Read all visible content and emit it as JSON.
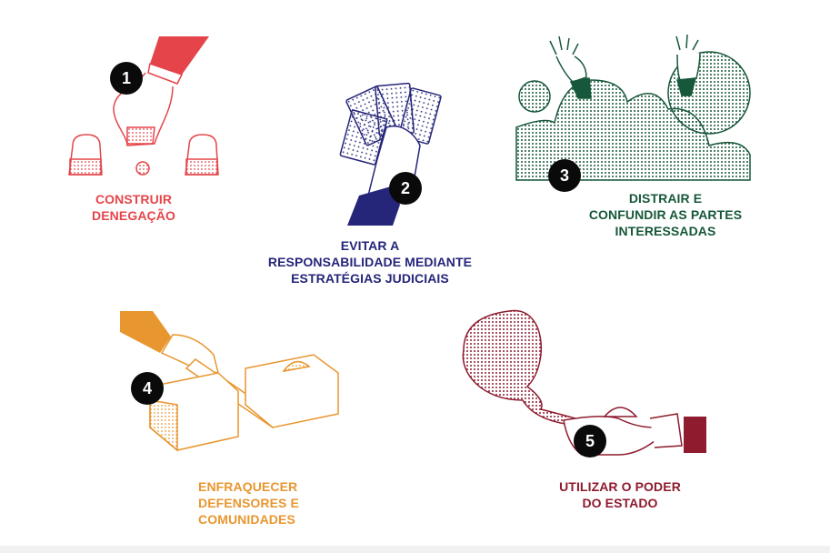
{
  "colors": {
    "step1": "#e5454a",
    "step2": "#25257a",
    "step3": "#17583a",
    "step4": "#e8962f",
    "step5": "#8e1b2e"
  },
  "steps": [
    {
      "number": "1",
      "lines": [
        "CONSTRUIR",
        "DENEGAÇÃO"
      ],
      "icon": "hand-cups-ball-icon"
    },
    {
      "number": "2",
      "lines": [
        "EVITAR A",
        "RESPONSABILIDADE MEDIANTE",
        "ESTRATÉGIAS JUDICIAIS"
      ],
      "icon": "hand-cards-icon"
    },
    {
      "number": "3",
      "lines": [
        "DISTRAIR E",
        "CONFUNDIR AS PARTES",
        "INTERESSADAS"
      ],
      "icon": "hands-clouds-icon"
    },
    {
      "number": "4",
      "lines": [
        "ENFRAQUECER",
        "DEFENSORES E",
        "COMUNIDADES"
      ],
      "icon": "hand-saw-blocks-icon"
    },
    {
      "number": "5",
      "lines": [
        "UTILIZAR O PODER",
        "DO ESTADO"
      ],
      "icon": "hand-lamp-genie-icon"
    }
  ]
}
